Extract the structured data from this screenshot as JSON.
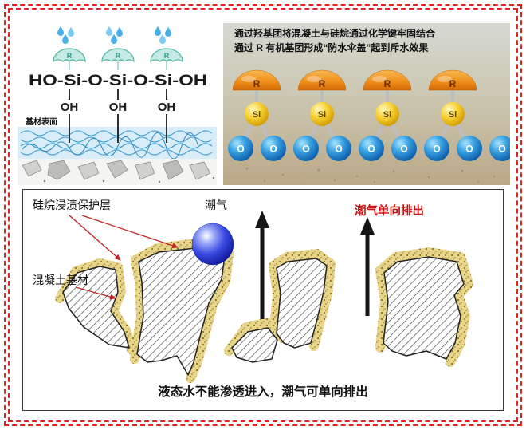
{
  "top_left": {
    "umbrella_label": "R",
    "formula": "HO-Si-O-Si-O-Si-OH",
    "oh_label": "OH",
    "surface_label": "基材表面"
  },
  "top_right": {
    "caption_line1": "通过羟基团将混凝土与硅烷通过化学键牢固结合",
    "caption_line2": "通过 R 有机基团形成“防水伞盖”起到斥水效果",
    "dome_label": "R",
    "si_label": "Si",
    "o_label": "O"
  },
  "bottom": {
    "label_coating": "硅烷浸渍保护层",
    "label_moisture": "潮气",
    "label_one_way": "潮气单向排出",
    "label_substrate": "混凝土基材",
    "caption": "液态水不能渗透进入，潮气可单向排出"
  },
  "colors": {
    "frame_red": "#e32222",
    "accent_red": "#cc1111",
    "coating_yellow": "#e8d58a",
    "o_sphere_blue": "#0b5aa8",
    "si_sphere_yellow": "#f8d030",
    "r_dome_orange": "#ee8c18",
    "umbrella_teal": "#c6ebe4",
    "droplet_blue": "#4ab0ec",
    "water_ball_blue": "#3848e0"
  }
}
